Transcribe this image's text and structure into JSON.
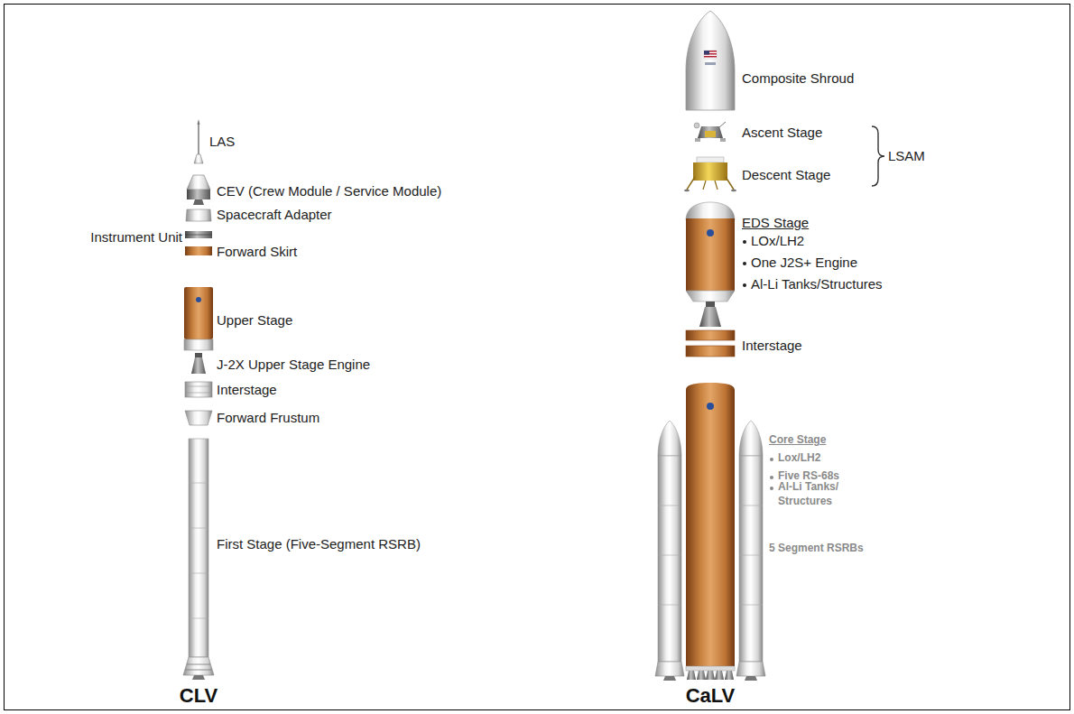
{
  "diagram": {
    "labels": [
      "LAS",
      "CEV (Crew Module / Service Module)",
      "Instrument Unit",
      "Spacecraft Adapter",
      "Forward Skirt",
      "Upper Stage",
      "J-2X Upper Stage Engine",
      "Interstage",
      "Forward Frustum",
      "First Stage (Five-Segment RSRB)",
      "CLV",
      "Composite Shroud",
      "Ascent Stage",
      "Descent Stage",
      "LSAM",
      "EDS Stage",
      "LOx/LH2",
      "One J2S+ Engine",
      "Al-Li Tanks/Structures",
      "Interstage",
      "Core Stage",
      "Lox/LH2",
      "Five RS-68s",
      "Al-Li Tanks/ Structures",
      "5 Segment RSRBs",
      "CaLV"
    ]
  }
}
